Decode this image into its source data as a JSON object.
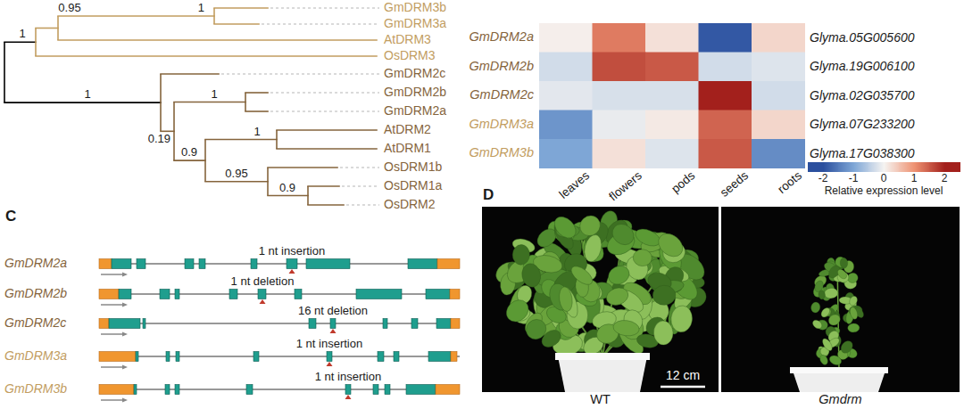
{
  "diagram": {
    "nodes": [
      {
        "text": [
          "12 cm",
          "WT"
        ]
      },
      {
        "text": [
          "Gmdrm"
        ]
      }
    ],
    "labels": [
      "0.95",
      "1",
      "GmDRM3b",
      "GmDRM3a",
      "1",
      "AtDRM3",
      "OsDRM3",
      "GmDRM2c",
      "1",
      "GmDRM2b",
      "1",
      "GmDRM2a",
      "AtDRM2",
      "1",
      "0.19",
      "AtDRM1",
      "0.9",
      "OsDRM1b",
      "0.95",
      "OsDRM1a",
      "0.9",
      "OsDRM2",
      "GmDRM2a",
      "Glyma.05G005600",
      "GmDRM2b",
      "Glyma.19G006100",
      "GmDRM2c",
      "Glyma.02G035700",
      "GmDRM3a",
      "Glyma.07G233200",
      "GmDRM3b",
      "Glyma.17G038300",
      "leaves",
      "flowers",
      "pods",
      "seeds",
      "roots",
      "Relative expression level",
      "C",
      "D",
      "1 nt insertion",
      "GmDRM2a",
      "1 nt deletion",
      "GmDRM2b",
      "16 nt deletion",
      "GmDRM2c",
      "1 nt insertion",
      "GmDRM3a",
      "1 nt insertion",
      "GmDRM3b"
    ],
    "legend": [
      {
        "text": "-2",
        "color": "#2b4f9e"
      },
      {
        "text": "-1",
        "color": "#7ea6d6"
      },
      {
        "text": "0",
        "color": "#f5f3f1"
      },
      {
        "text": "1",
        "color": "#ee9272"
      },
      {
        "text": "2",
        "color": "#a3201c"
      }
    ]
  }
}
